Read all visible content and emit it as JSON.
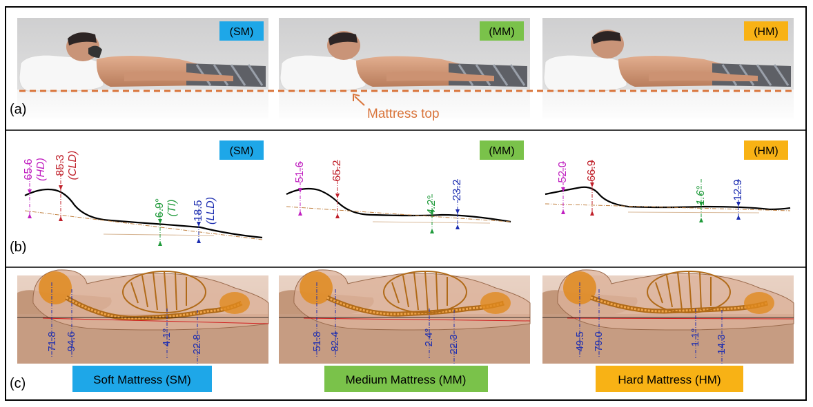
{
  "panels": {
    "a": {
      "label": "(a)",
      "annotation": "Mattress top"
    },
    "b": {
      "label": "(b)"
    },
    "c": {
      "label": "(c)"
    }
  },
  "mattresses": [
    {
      "key": "sm",
      "tag": "(SM)",
      "full_name": "Soft Mattress (SM)",
      "tag_color": "#1ea7e8",
      "profile": {
        "hd": "65.6",
        "hd_name": "(HD)",
        "cld": "85.3",
        "cld_name": "(CLD)",
        "ti": "6.9°",
        "ti_name": "(TI)",
        "lld": "18.5",
        "lld_name": "(LLD)"
      },
      "model": {
        "m1": "71.8",
        "m2": "94.6",
        "angle": "4.1°",
        "m3": "22.8"
      }
    },
    {
      "key": "mm",
      "tag": "(MM)",
      "full_name": "Medium Mattress (MM)",
      "tag_color": "#7ac24a",
      "profile": {
        "hd": "51.6",
        "cld": "65.2",
        "ti": "4.2°",
        "lld": "23.2"
      },
      "model": {
        "m1": "51.8",
        "m2": "82.4",
        "angle": "2.4°",
        "m3": "22.3"
      }
    },
    {
      "key": "hm",
      "tag": "(HM)",
      "full_name": "Hard Mattress (HM)",
      "tag_color": "#f8b215",
      "profile": {
        "hd": "52.0",
        "cld": "66.9",
        "ti": "1.6°",
        "lld": "12.9"
      },
      "model": {
        "m1": "49.5",
        "m2": "79.0",
        "angle": "1.1°",
        "m3": "14.3"
      }
    }
  ],
  "colors": {
    "hd": "#c020c0",
    "cld": "#c0202a",
    "ti": "#1f9a3a",
    "lld": "#1c2db0",
    "model_text": "#1c2db0",
    "mattress_top_line": "#d9743a",
    "skin": "#d49a7a",
    "bone": "#e0891f"
  }
}
